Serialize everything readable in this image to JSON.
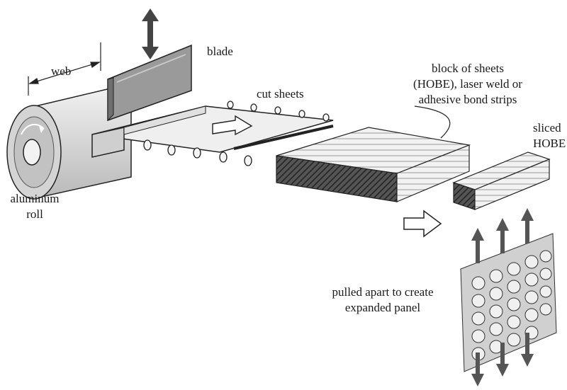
{
  "labels": {
    "web": "web",
    "blade": "blade",
    "cut_sheets": "cut sheets",
    "block_line1": "block of sheets",
    "block_line2": "(HOBE), laser weld or",
    "block_line3": "adhesive bond strips",
    "sliced_line1": "sliced",
    "sliced_line2": "HOBE",
    "aluminum_line1": "aluminum",
    "aluminum_line2": "roll",
    "pulled_line1": "pulled apart to create",
    "pulled_line2": "expanded panel"
  },
  "colors": {
    "outline": "#222222",
    "roll_fill": "#dcdcdc",
    "sheet_fill": "#ededed",
    "block_side": "#3a3a3a",
    "arrow_fill": "#555555"
  },
  "icons": [
    "double-arrow-icon",
    "flow-arrow-icon",
    "pull-arrow-icon"
  ]
}
